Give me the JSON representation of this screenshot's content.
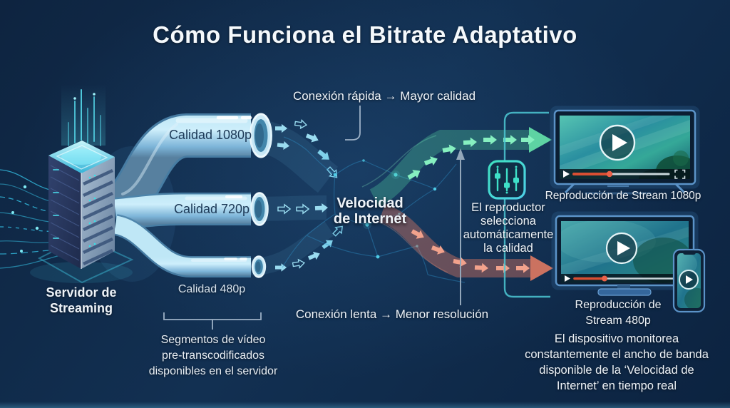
{
  "title": "Cómo Funciona el Bitrate Adaptativo",
  "server": {
    "label_lines": [
      "Servidor de",
      "Streaming"
    ]
  },
  "pipes": [
    {
      "label": "Calidad 1080p"
    },
    {
      "label": "Calidad 720p"
    },
    {
      "label": "Calidad 480p"
    }
  ],
  "center_node": {
    "label_lines": [
      "Velocidad",
      "de Internet"
    ]
  },
  "annotations": {
    "fast": "Conexión rápida → Mayor calidad",
    "slow": "Conexión lenta → Menor resolución",
    "player_lines": [
      "El reproductor",
      "selecciona",
      "automáticamente",
      "la calidad"
    ],
    "segments_lines": [
      "Segmentos de vídeo",
      "pre-transcodificados",
      "disponibles en el servidor"
    ],
    "device_lines": [
      "El dispositivo monitorea",
      "constantemente el ancho de banda",
      "disponible de la ‘Velocidad de",
      "Internet’ en tiempo real"
    ]
  },
  "players": {
    "hd": {
      "caption": "Reproducción de Stream 1080p"
    },
    "sd": {
      "caption_lines": [
        "Reproducción de",
        "Stream 480p"
      ]
    }
  },
  "icons": {
    "selector": "sliders-icon",
    "play": "play-icon",
    "fullscreen": "fullscreen-icon",
    "arrow": "flow-arrow-icon"
  },
  "colors": {
    "background": "#112c4a",
    "accent_cyan": "#46c8e8",
    "pipe_blue": "#8cc6e2",
    "fast_green": "#5fe0a8",
    "slow_red": "#e0795f",
    "callout_gray": "#9db1c6",
    "screen_frame": "#5b93c8",
    "progress_red": "#e05238",
    "text_light": "#eef3f8",
    "text_dark": "#1d3a57"
  }
}
